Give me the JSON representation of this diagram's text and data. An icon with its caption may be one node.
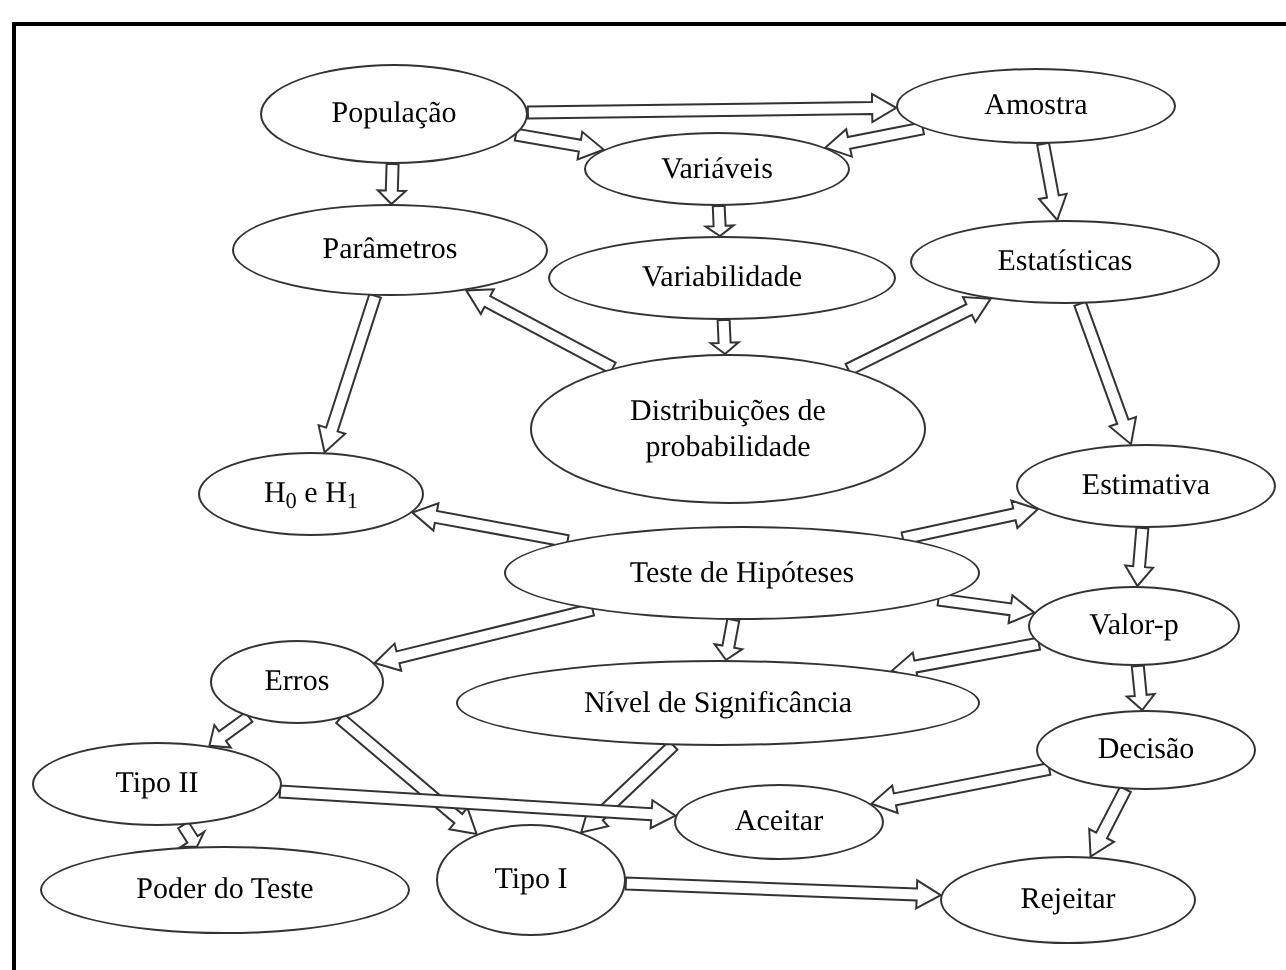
{
  "diagram": {
    "nodes": [
      {
        "text": [
          "População"
        ]
      },
      {
        "text": [
          "Amostra"
        ]
      },
      {
        "text": [
          "Variáveis"
        ]
      },
      {
        "text": [
          "Parâmetros"
        ]
      },
      {
        "text": [
          "Variabilidade"
        ]
      },
      {
        "text": [
          "Estatísticas"
        ]
      },
      {
        "text": [
          "Distribuições de probabilidade"
        ]
      },
      {
        "text": [
          "H$_{0}$ e H$_{1}$"
        ]
      },
      {
        "text": [
          "Estimativa"
        ]
      },
      {
        "text": [
          "Teste de Hipóteses"
        ]
      },
      {
        "text": [
          "Valor-p"
        ]
      },
      {
        "text": [
          "Erros"
        ]
      },
      {
        "text": [
          "Nível de Significância"
        ]
      },
      {
        "text": [
          "Decisão"
        ]
      },
      {
        "text": [
          "Tipo II"
        ]
      },
      {
        "text": [
          "Aceitar"
        ]
      },
      {
        "text": [
          "Poder do Teste"
        ]
      },
      {
        "text": [
          "Tipo I"
        ]
      },
      {
        "text": [
          "Rejeitar"
        ]
      }
    ],
    "edges": [
      {
        "from": 0,
        "to": 1,
        "arrow": "to"
      },
      {
        "from": 0,
        "to": 2,
        "arrow": "to"
      },
      {
        "from": 1,
        "to": 2,
        "arrow": "to"
      },
      {
        "from": 0,
        "to": 3,
        "arrow": "to"
      },
      {
        "from": 1,
        "to": 5,
        "arrow": "to"
      },
      {
        "from": 2,
        "to": 4,
        "arrow": "to"
      },
      {
        "from": 4,
        "to": 6,
        "arrow": "to"
      },
      {
        "from": 6,
        "to": 3,
        "arrow": "to"
      },
      {
        "from": 6,
        "to": 5,
        "arrow": "to"
      },
      {
        "from": 3,
        "to": 7,
        "arrow": "to"
      },
      {
        "from": 5,
        "to": 8,
        "arrow": "to"
      },
      {
        "from": 9,
        "to": 7,
        "arrow": "to"
      },
      {
        "from": 9,
        "to": 8,
        "arrow": "to"
      },
      {
        "from": 9,
        "to": 11,
        "arrow": "to"
      },
      {
        "from": 9,
        "to": 10,
        "arrow": "to"
      },
      {
        "from": 9,
        "to": 12,
        "arrow": "to"
      },
      {
        "from": 8,
        "to": 10,
        "arrow": "to"
      },
      {
        "from": 10,
        "to": 12,
        "arrow": "to"
      },
      {
        "from": 10,
        "to": 13,
        "arrow": "to"
      },
      {
        "from": 11,
        "to": 14,
        "arrow": "to"
      },
      {
        "from": 11,
        "to": 17,
        "arrow": "to"
      },
      {
        "from": 12,
        "to": 17,
        "arrow": "to"
      },
      {
        "from": 14,
        "to": 15,
        "arrow": "to"
      },
      {
        "from": 14,
        "to": 16,
        "arrow": "to"
      },
      {
        "from": 13,
        "to": 15,
        "arrow": "to"
      },
      {
        "from": 13,
        "to": 18,
        "arrow": "to"
      },
      {
        "from": 17,
        "to": 18,
        "arrow": "to"
      }
    ]
  }
}
